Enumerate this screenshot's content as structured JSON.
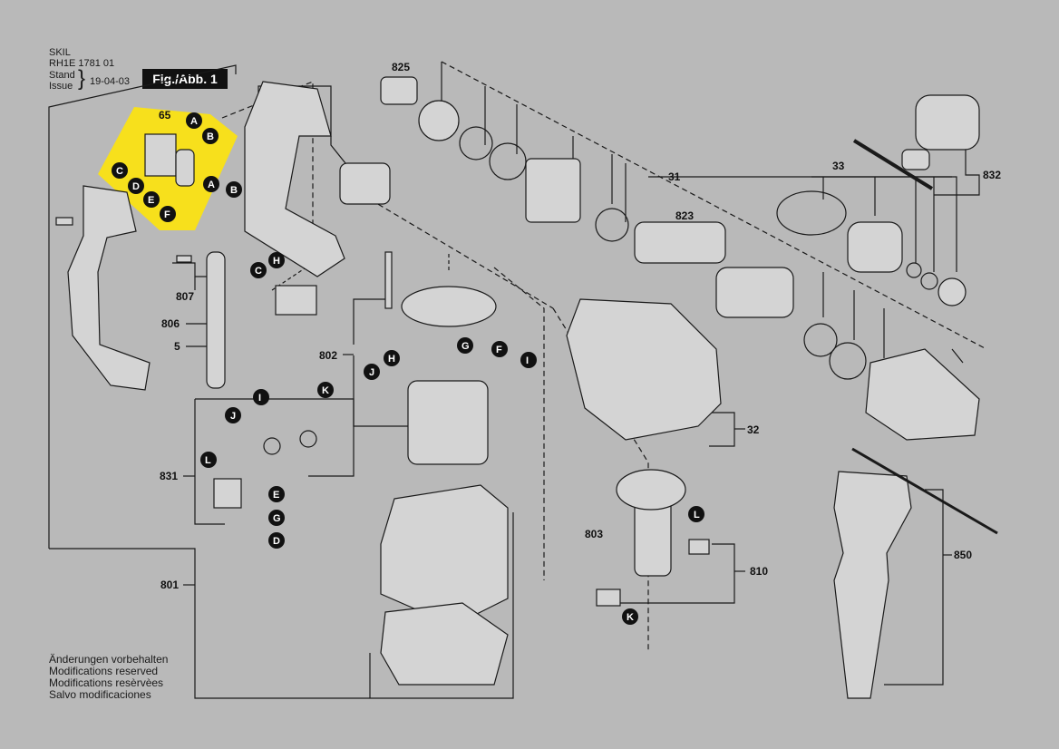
{
  "header": {
    "brand": "SKIL",
    "model_code": "RH1E 1781 01",
    "stand_label": "Stand",
    "issue_label": "Issue",
    "date": "19-04-03",
    "figure_badge": "Fig./Abb. 1"
  },
  "notes": [
    "Änderungen vorbehalten",
    "Modifications reserved",
    "Modifications resèrvèes",
    "Salvo modificaciones"
  ],
  "part_numbers": {
    "p65": "65",
    "p807": "807",
    "p806": "806",
    "p5": "5",
    "p802": "802",
    "p831": "831",
    "p801": "801",
    "p825": "825",
    "p31": "31",
    "p823": "823",
    "p33": "33",
    "p832": "832",
    "p32": "32",
    "p803": "803",
    "p810": "810",
    "p850": "850"
  },
  "connectors": {
    "A1": "A",
    "B1": "B",
    "C1": "C",
    "D1": "D",
    "E1": "E",
    "F1": "F",
    "A2": "A",
    "B2": "B",
    "C2": "C",
    "H2": "H",
    "H3": "H",
    "G3": "G",
    "F3": "F",
    "I3": "I",
    "J3": "J",
    "I4": "I",
    "K4": "K",
    "J4": "J",
    "L4": "L",
    "E5": "E",
    "G5": "G",
    "D5": "D",
    "L6": "L",
    "K6": "K"
  },
  "colors": {
    "background": "#b9b9b9",
    "highlight": "#f7e01c",
    "line": "#1a1a1a",
    "connector_fill": "#111111",
    "part_fill": "#d4d4d4"
  }
}
